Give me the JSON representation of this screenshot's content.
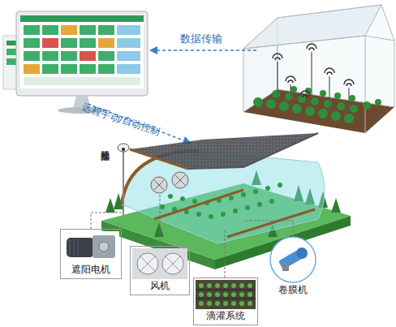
{
  "diagram": {
    "nodes": [
      {
        "text": [
          "遮阳电机"
        ]
      },
      {
        "text": [
          "风机"
        ]
      },
      {
        "text": [
          "滴灌系统"
        ]
      },
      {
        "text": [
          "卷膜机"
        ]
      }
    ],
    "labels": [
      "数据传输",
      "远程手动/自动控制",
      "视频监控"
    ]
  }
}
